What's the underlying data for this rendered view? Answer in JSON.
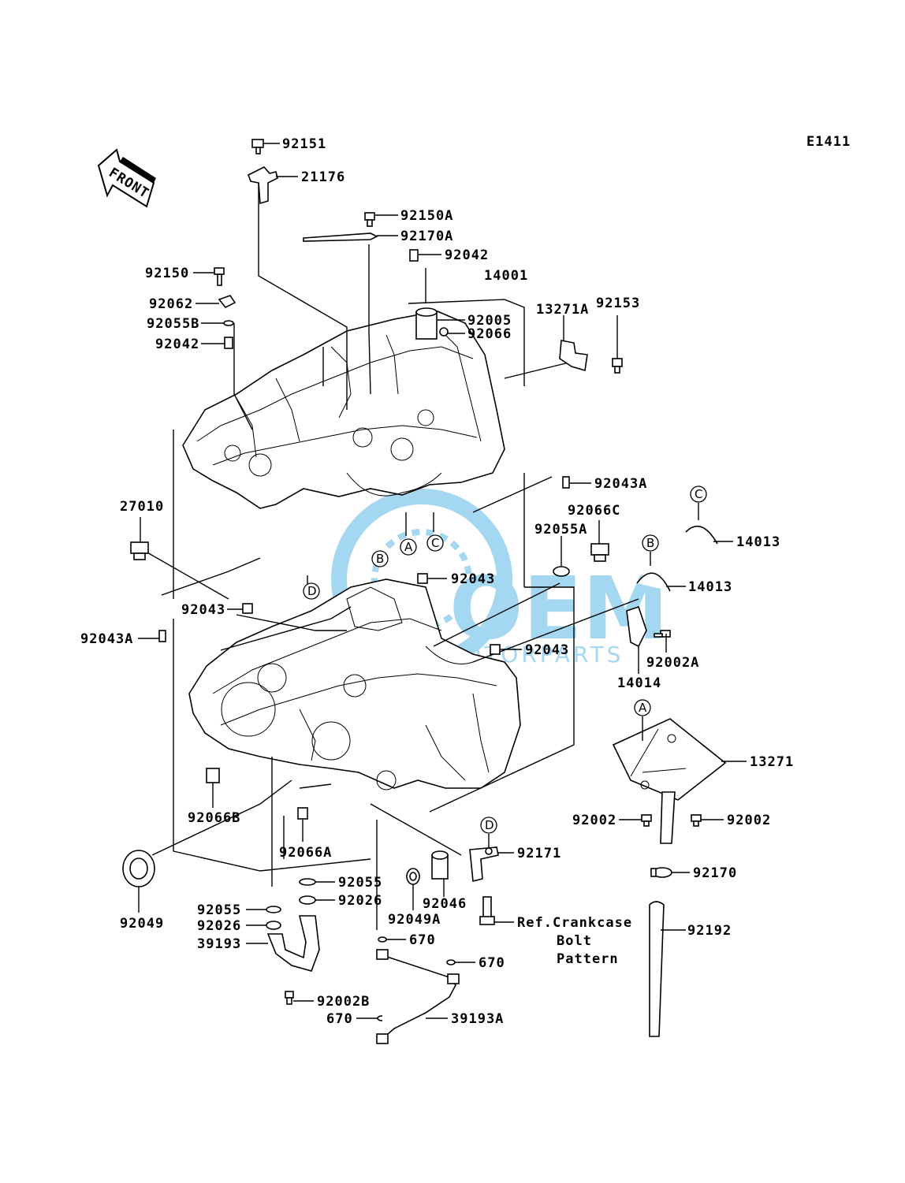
{
  "diagram_code": "E1411",
  "front_label": "FRONT",
  "watermark": {
    "brand": "OEM",
    "sub": "MOTORPARTS",
    "color": "#5bb7e6"
  },
  "callouts": {
    "p92151": "92151",
    "p21176": "21176",
    "p92150A": "92150A",
    "p92170A": "92170A",
    "p92042_top": "92042",
    "p14001": "14001",
    "p92150": "92150",
    "p92062": "92062",
    "p92055B": "92055B",
    "p92042_left": "92042",
    "p92005": "92005",
    "p92066": "92066",
    "p13271A": "13271A",
    "p92153": "92153",
    "p92043A_right": "92043A",
    "p27010": "27010",
    "p92066C": "92066C",
    "p92055A": "92055A",
    "p14013_top": "14013",
    "p14013_mid": "14013",
    "p92043_mid": "92043",
    "p92043_left": "92043",
    "p92043A_left": "92043A",
    "p92043_right": "92043",
    "p92002A": "92002A",
    "p14014": "14014",
    "p13271": "13271",
    "p92066B": "92066B",
    "p92066A": "92066A",
    "p92002_left": "92002",
    "p92002_right": "92002",
    "p92171": "92171",
    "p92170": "92170",
    "p92049": "92049",
    "p92055_a": "92055",
    "p92026_a": "92026",
    "p92055_b": "92055",
    "p92026_b": "92026",
    "p39193": "39193",
    "p92046": "92046",
    "p92049A": "92049A",
    "p670_a": "670",
    "p670_b": "670",
    "p670_c": "670",
    "p92002B": "92002B",
    "p39193A": "39193A",
    "p92192": "92192"
  },
  "ref_note": {
    "line1": "Ref.Crankcase",
    "line2": "Bolt",
    "line3": "Pattern"
  },
  "markers": {
    "A": "A",
    "B": "B",
    "C": "C",
    "D": "D"
  }
}
